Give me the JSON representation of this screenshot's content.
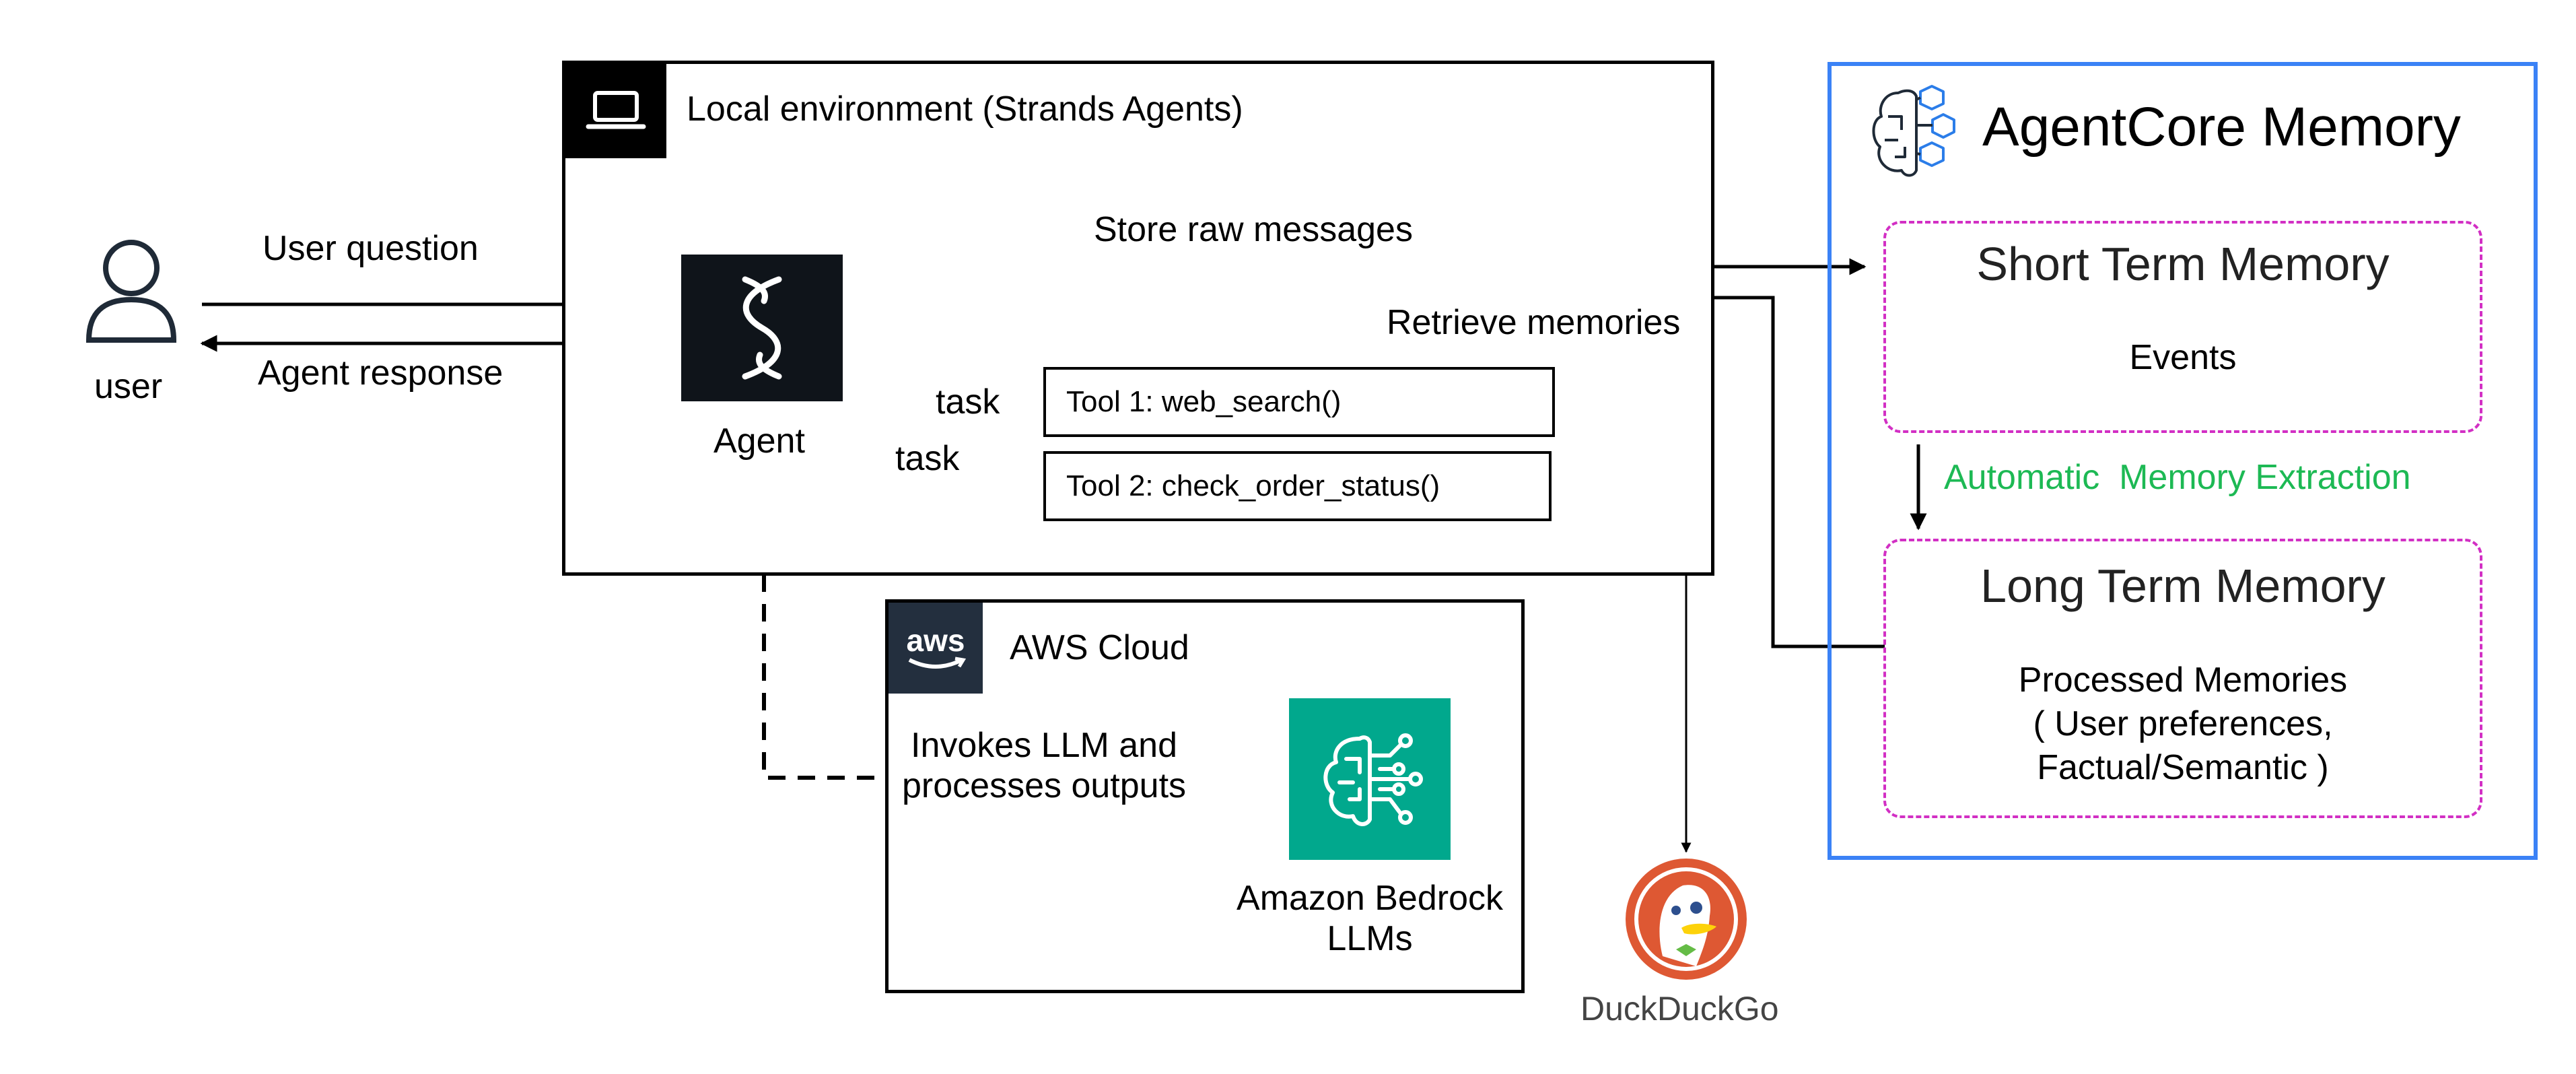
{
  "user": {
    "label": "user"
  },
  "flows": {
    "user_question": "User question",
    "agent_response": "Agent response",
    "store_raw": "Store raw messages",
    "retrieve": "Retrieve memories",
    "task_1": "task",
    "task_2": "task",
    "invokes": [
      "Invokes LLM and",
      "processes outputs"
    ],
    "extraction": "Automatic  Memory Extraction"
  },
  "local_env": {
    "title": "Local environment (Strands Agents)"
  },
  "agent": {
    "label": "Agent"
  },
  "tools": [
    {
      "label": "Tool 1: web_search()"
    },
    {
      "label": "Tool 2: check_order_status()"
    }
  ],
  "aws": {
    "title": "AWS Cloud",
    "logo_text": "aws"
  },
  "bedrock": {
    "label_lines": [
      "Amazon Bedrock",
      "LLMs"
    ]
  },
  "duckduckgo": {
    "label": "DuckDuckGo"
  },
  "agentcore": {
    "title": "AgentCore Memory",
    "short_term": {
      "title": "Short Term Memory",
      "body": "Events"
    },
    "long_term": {
      "title": "Long Term Memory",
      "body_lines": [
        "Processed Memories",
        "( User preferences,",
        "Factual/Semantic )"
      ]
    }
  },
  "colors": {
    "agentcore_border": "#3b82f6",
    "memory_dash": "#d22fc4",
    "extraction_text": "#1db954",
    "bedrock_bg": "#01a88d",
    "aws_badge": "#232f3e",
    "agent_bg": "#0f141a",
    "duck_orange": "#de5833"
  },
  "icons": [
    "person-icon",
    "laptop-icon",
    "strands-icon",
    "aws-logo-icon",
    "bedrock-brain-icon",
    "duckduckgo-icon",
    "agentcore-brain-icon"
  ]
}
